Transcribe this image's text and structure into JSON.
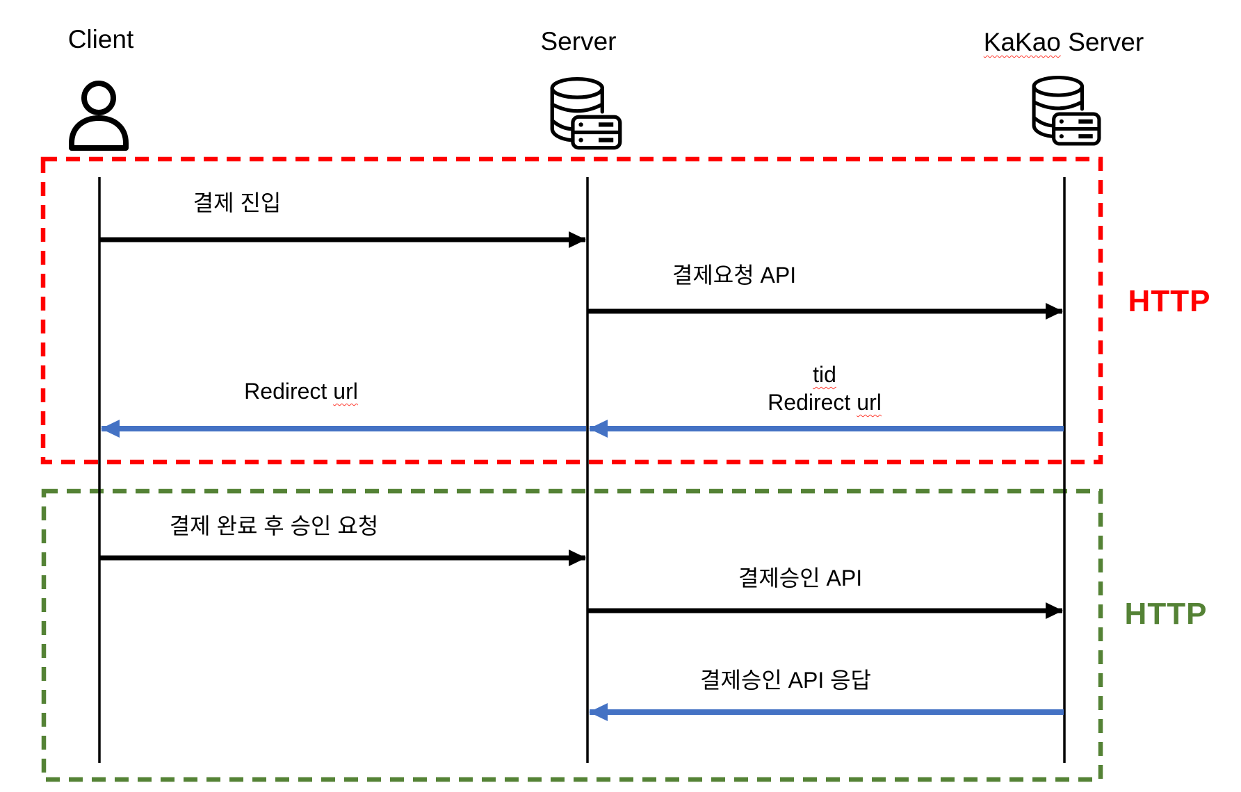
{
  "diagram": {
    "actors": {
      "client": {
        "label": "Client"
      },
      "server": {
        "label": "Server"
      },
      "kakao": {
        "label_brand": "KaKao",
        "label_rest": "Server"
      }
    },
    "sections": {
      "top": {
        "label": "HTTP",
        "color": "#FF0000"
      },
      "bottom": {
        "label": "HTTP",
        "color": "#548235"
      }
    },
    "messages": {
      "payment_entry": {
        "text": "결제 진입",
        "from": "Client",
        "to": "Server",
        "arrow_color": "#000000"
      },
      "payment_request_api": {
        "text": "결제요청 API",
        "from": "Server",
        "to": "KaKao Server",
        "arrow_color": "#000000"
      },
      "tid_redirect": {
        "line1": "tid",
        "line2_word": "Redirect",
        "line2_misspelled": "url",
        "from": "KaKao Server",
        "to": "Server",
        "arrow_color": "#4472C4"
      },
      "redirect_url": {
        "word": "Redirect",
        "misspelled": "url",
        "from": "Server",
        "to": "Client",
        "arrow_color": "#4472C4"
      },
      "approval_request": {
        "text": "결제 완료 후 승인 요청",
        "from": "Client",
        "to": "Server",
        "arrow_color": "#000000"
      },
      "approval_api": {
        "text": "결제승인 API",
        "from": "Server",
        "to": "KaKao Server",
        "arrow_color": "#000000"
      },
      "approval_api_response": {
        "text": "결제승인 API 응답",
        "from": "KaKao Server",
        "to": "Server",
        "arrow_color": "#4472C4"
      }
    },
    "colors": {
      "arrow_black": "#000000",
      "arrow_blue": "#4472C4",
      "box_red": "#FF0000",
      "box_green": "#548235"
    }
  }
}
